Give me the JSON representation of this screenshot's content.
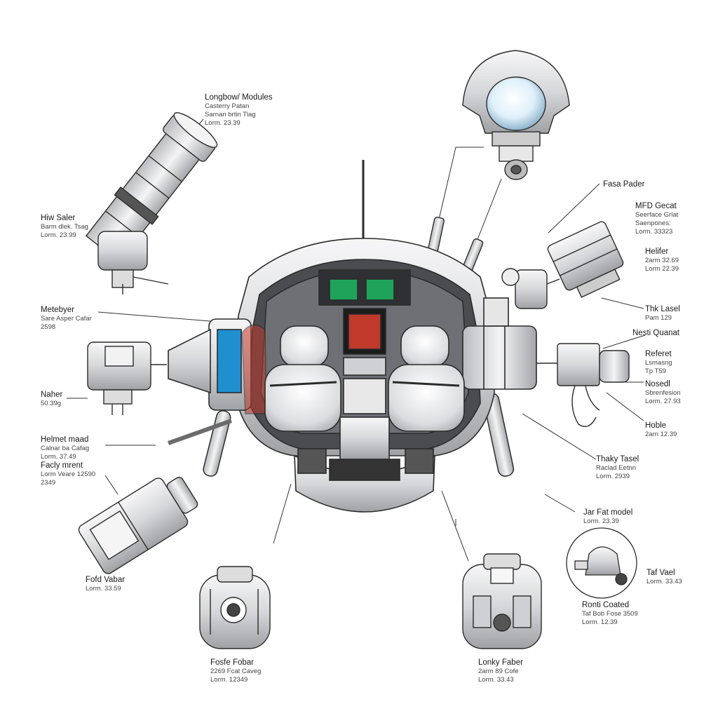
{
  "colors": {
    "ink": "#2b2b2b",
    "screen_blue": "#1f8fd0",
    "screen_green": "#1fa35a",
    "panel_red": "#c0392b",
    "metal": "#d9dadc"
  },
  "labels": {
    "top_left": {
      "l1": "Longbow/ Modules",
      "l2": "Casterry Patan",
      "l3": "Sarnan brtin Tlag",
      "l4": "Lorm. 23.39"
    },
    "hiw_saler": {
      "l1": "Hiw Saler",
      "l2": "Barm dlek. Tsag",
      "l3": "Lorm. 23.99"
    },
    "metebyer": {
      "l1": "Metebyer",
      "l2": "Sare Asper Cafar",
      "l3": "2598"
    },
    "naher": {
      "l1": "Naher",
      "l2": "50.39g"
    },
    "helmet": {
      "l1": "Helmet maad",
      "l2": "Calnar ba Cafag",
      "l3": "Lorm. 37.49"
    },
    "facly": {
      "l1": "Facly mrent",
      "l2": "Lorm Veare 12590",
      "l3": "2349"
    },
    "fofd": {
      "l1": "Fofd Vabar",
      "l2": "Lorm. 33.59"
    },
    "fosfe": {
      "l1": "Fosfe Fobar",
      "l2": "2269 Fcat Caveg",
      "l3": "Lorm. 12349"
    },
    "fasa": {
      "l1": "Fasa Pader"
    },
    "mfd": {
      "l1": "MFD Gecat",
      "l2": "Seerface Grlat",
      "l3": "Saenpones:",
      "l4": "Lorm. 33323"
    },
    "helifer": {
      "l1": "Helifer",
      "l2": "2arm 32.69",
      "l3": "Lorm 22.39"
    },
    "thk": {
      "l1": "Thk Lasel",
      "l2": "Pam 129"
    },
    "nesti": {
      "l1": "Nesti Quanat"
    },
    "referet": {
      "l1": "Referet",
      "l2": "Lsmasng",
      "l3": "Tp T59"
    },
    "nosedl": {
      "l1": "Nosedl",
      "l2": "Sbrenfesion",
      "l3": "Lorm. 27.93"
    },
    "hoble": {
      "l1": "Hoble",
      "l2": "2arn 12.39"
    },
    "thaky": {
      "l1": "Thaky Tasel",
      "l2": "Raclad Eetnn",
      "l3": "Lorm. 2939"
    },
    "jar": {
      "l1": "Jar Fat model",
      "l2": "Lorm. 23.39"
    },
    "taf": {
      "l1": "Taf Vael",
      "l2": "Lorm. 33.43"
    },
    "ronti": {
      "l1": "Ronti Coated",
      "l2": "Taf Bob Fose 3509",
      "l3": "Lorm. 12.39"
    },
    "lonky": {
      "l1": "Lonky Faber",
      "l2": "2arm 89 Cofe",
      "l3": "Lorm. 33.43"
    }
  }
}
